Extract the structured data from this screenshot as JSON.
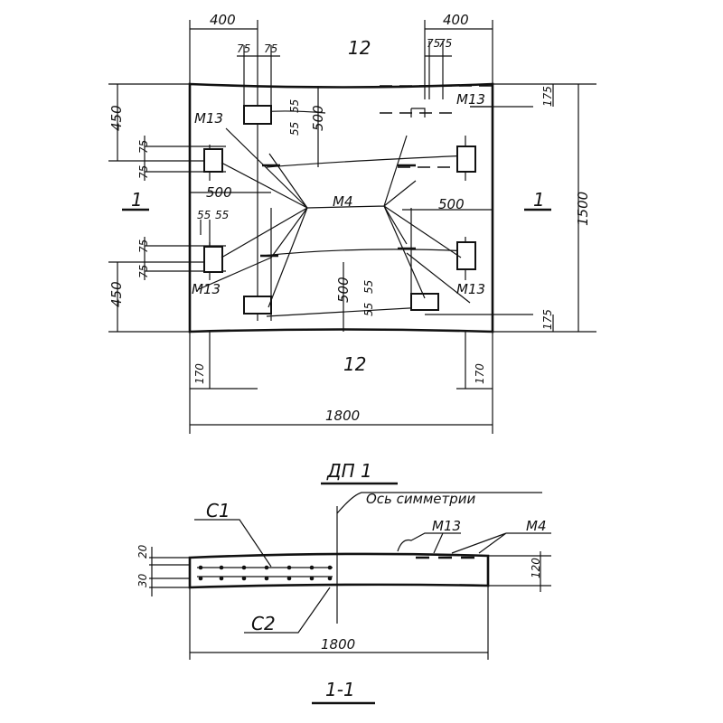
{
  "plan": {
    "dim_top_left": "400",
    "dim_top_right": "400",
    "dim_75_a": "75",
    "dim_75_b": "75",
    "dim_75_c": "75",
    "dim_75_d": "75",
    "dim_75_e": "75",
    "dim_75_f": "75",
    "dim_75_g": "75",
    "dim_75_h": "75",
    "label_top": "12",
    "label_bottom": "12",
    "dim_450_top": "450",
    "dim_450_bottom": "450",
    "dim_1500": "1500",
    "dim_175_top": "175",
    "dim_175_bottom": "175",
    "dim_500_a": "500",
    "dim_500_b": "500",
    "dim_500_c": "500",
    "dim_500_d": "500",
    "dim_55_a": "55",
    "dim_55_b": "55",
    "dim_55_c": "55",
    "dim_55_d": "55",
    "dim_55_e": "55",
    "dim_55_f": "55",
    "m13_tl": "M13",
    "m13_tr": "M13",
    "m13_bl": "M13",
    "m13_br": "M13",
    "m4": "M4",
    "section_mark_left": "1",
    "section_mark_right": "1",
    "dim_170_left": "170",
    "dim_170_right": "170",
    "dim_1800": "1800",
    "title": "ДП 1"
  },
  "section": {
    "axis_label": "Ось симметрии",
    "c1": "C1",
    "c2": "C2",
    "m13": "M13",
    "m4": "M4",
    "dim_20": "20",
    "dim_30": "30",
    "dim_120": "120",
    "dim_1800": "1800",
    "title": "1-1"
  }
}
